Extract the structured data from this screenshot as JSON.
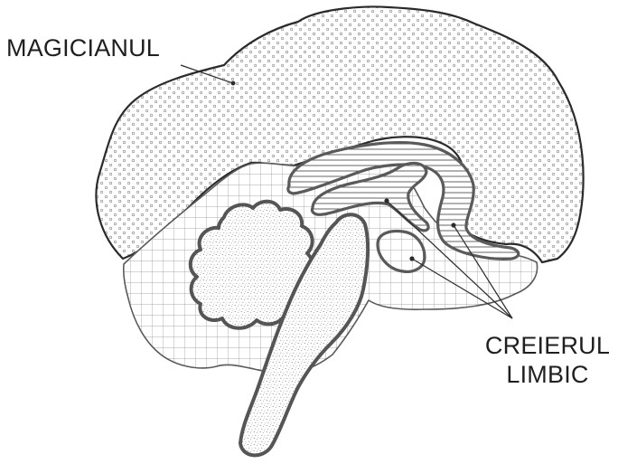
{
  "labels": {
    "neocortex": "MAGICIANUL",
    "limbic_line1": "CREIERUL",
    "limbic_line2": "LIMBIC"
  },
  "colors": {
    "outline": "#2b2b2b",
    "region_outline": "#5a5a5a",
    "fill": "#ffffff",
    "pattern": "#8a8a8a",
    "text": "#1f1f1f"
  }
}
